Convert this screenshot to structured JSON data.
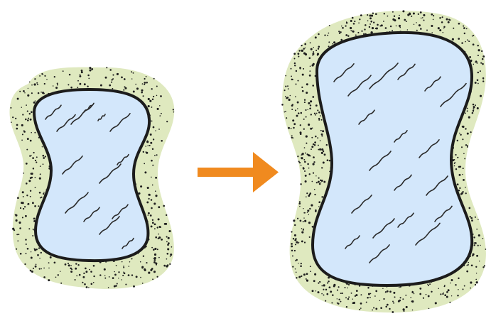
{
  "diagram": {
    "description_semantic": "pond-growth",
    "colors": {
      "background": "#ffffff",
      "sand": "#dfe9bf",
      "speckle": "#1e1e1e",
      "water": "#d3e7fb",
      "outline": "#1c1c1c",
      "ripple": "#2a2a2a",
      "arrow": "#f08a1f"
    },
    "items": [
      {
        "id": "small-pond",
        "icon": "pond-icon",
        "relative_size": "small"
      },
      {
        "id": "growth-arrow",
        "icon": "right-arrow-icon"
      },
      {
        "id": "large-pond",
        "icon": "pond-icon",
        "relative_size": "large"
      }
    ]
  }
}
